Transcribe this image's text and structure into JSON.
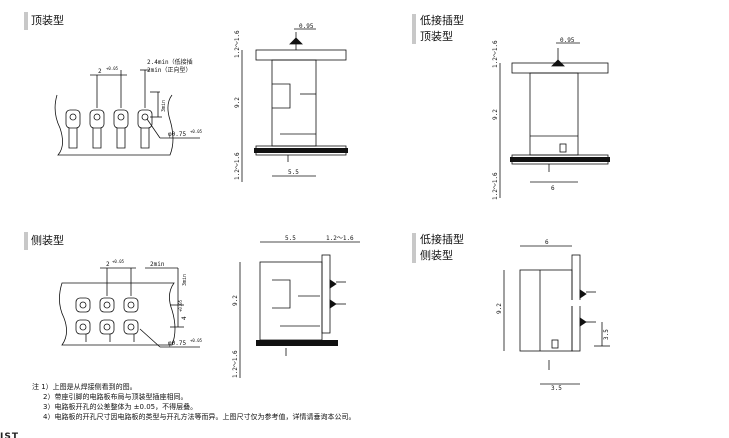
{
  "sections": {
    "top_mount": {
      "title": "顶装型"
    },
    "low_top": {
      "title_line1": "低接插型",
      "title_line2": "顶装型"
    },
    "side_mount": {
      "title": "侧装型"
    },
    "low_side": {
      "title_line1": "低接插型",
      "title_line2": "侧装型"
    }
  },
  "dims": {
    "pitch_2": "2",
    "pitch_tol": "+0.05",
    "min_low": "2.4min（低接插",
    "min_pos": "2min（正向型）",
    "hole_3min": "3min",
    "hole_dia": "φ0.75",
    "hole_tol": "+0.05",
    "d_095": "0.95",
    "d_12_16": "1.2～1.6",
    "d_92": "9.2",
    "d_55": "5.5",
    "d_6": "6",
    "d_2min": "2min",
    "d_3min_side": "3min",
    "d_4": "4",
    "d_4_tol": "+0.05",
    "d_35": "3.5",
    "side_12_16": "1.2～1.6"
  },
  "notes": [
    "注 1）上图是从焊接侧看到的图。",
    "2）带座引脚的电路板布局与顶装型插座相同。",
    "3）电路板开孔的公差整体为 ±0.05，不得层叠。",
    "4）电路板的开孔尺寸因电路板的类型与开孔方法等而异。上图尺寸仅为参考值，详情请垂询本公司。"
  ],
  "logo": "JST"
}
